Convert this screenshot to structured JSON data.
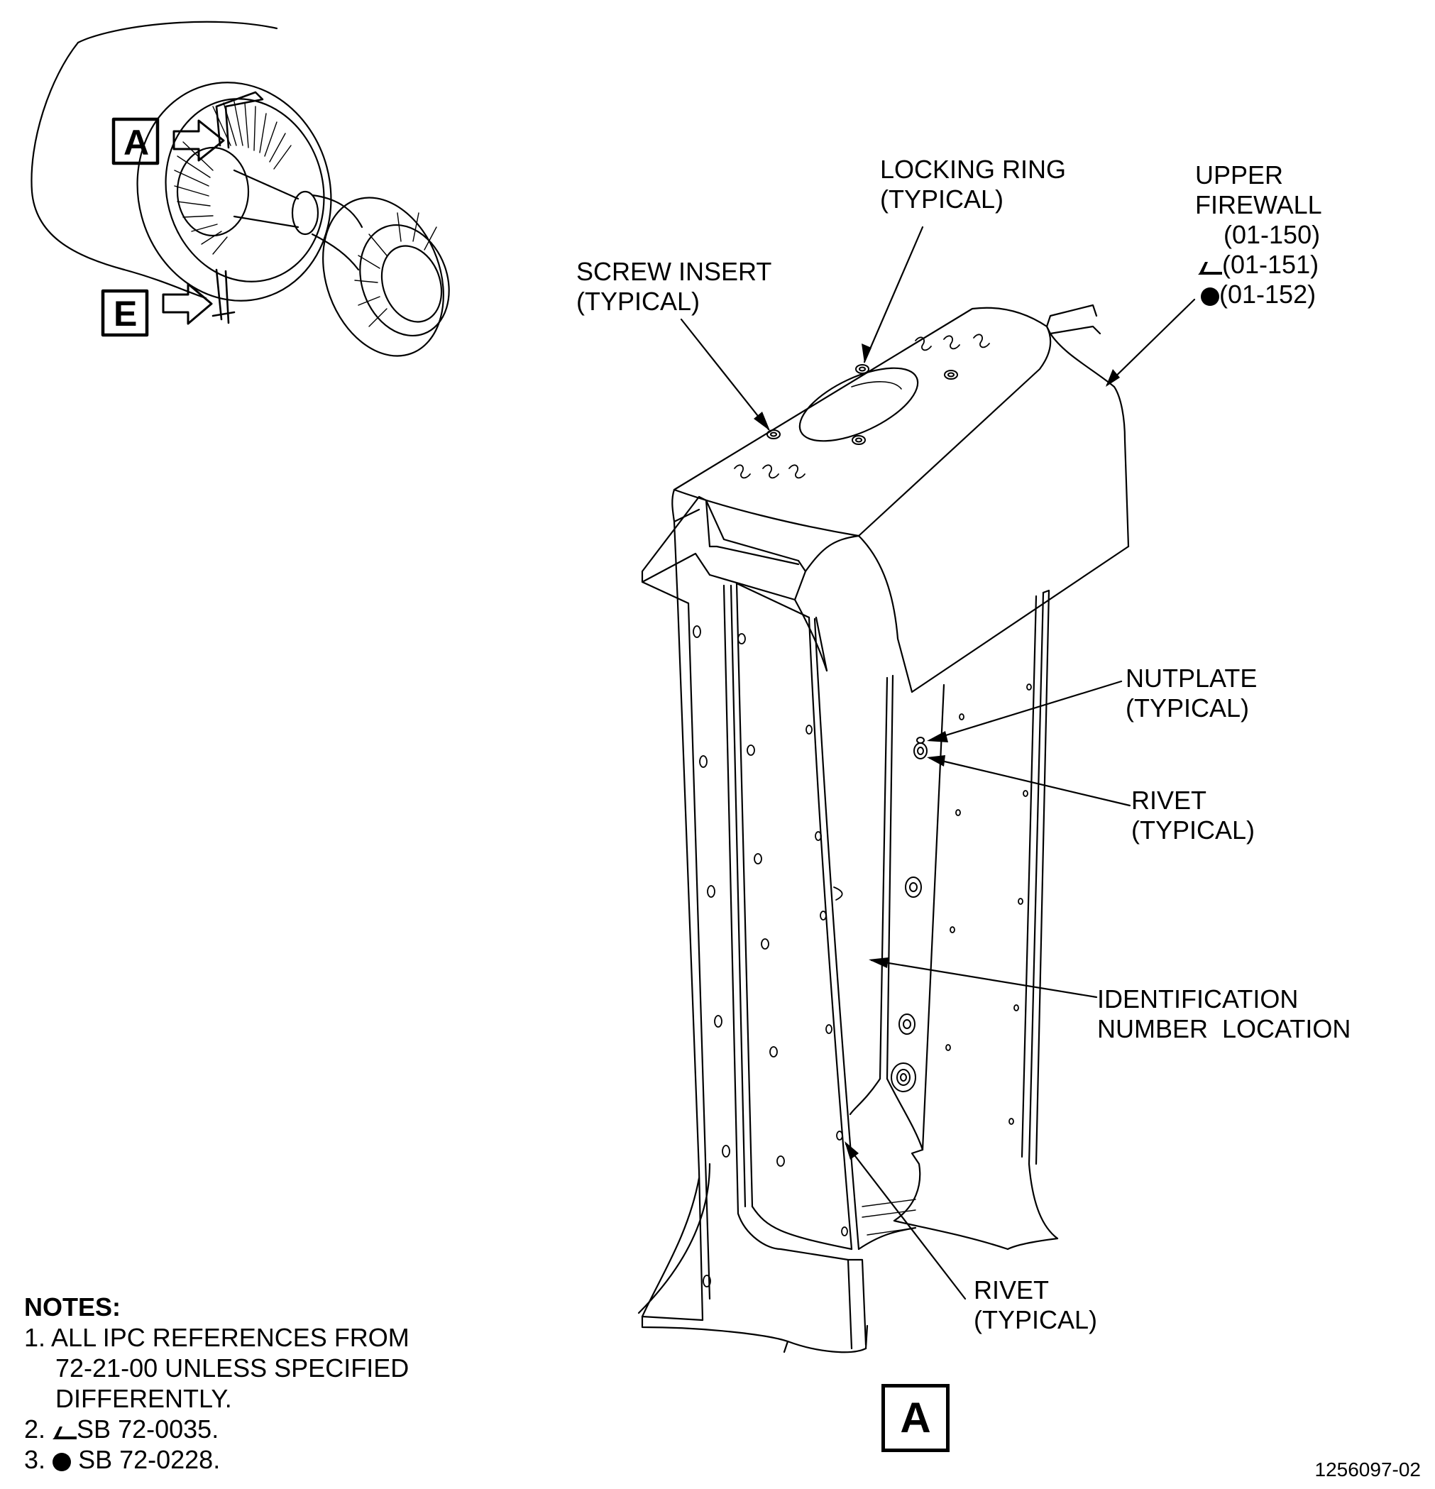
{
  "callouts": {
    "locking_ring": [
      "LOCKING RING",
      "(TYPICAL)"
    ],
    "screw_insert": [
      "SCREW INSERT",
      "(TYPICAL)"
    ],
    "upper_firewall": [
      "UPPER",
      "FIREWALL",
      "(01-150)",
      "(01-151)",
      "(01-152)"
    ],
    "nutplate": [
      "NUTPLATE",
      "(TYPICAL)"
    ],
    "rivet_upper": [
      "RIVET",
      "(TYPICAL)"
    ],
    "identification": [
      "IDENTIFICATION",
      "NUMBER  LOCATION"
    ],
    "rivet_lower": [
      "RIVET",
      "(TYPICAL)"
    ]
  },
  "detail_labels": {
    "view_a": "A",
    "view_e": "E",
    "detail_a": "A"
  },
  "notes": {
    "header": "NOTES:",
    "items": [
      "1. ALL IPC REFERENCES FROM",
      "72-21-00 UNLESS SPECIFIED",
      "DIFFERENTLY.",
      "2.",
      "SB 72-0035.",
      "3.",
      "SB 72-0228."
    ]
  },
  "figure_number": "1256097-02",
  "icons": [
    "effectivity-triangle-icon",
    "effectivity-dot-icon",
    "arrow-icon"
  ]
}
